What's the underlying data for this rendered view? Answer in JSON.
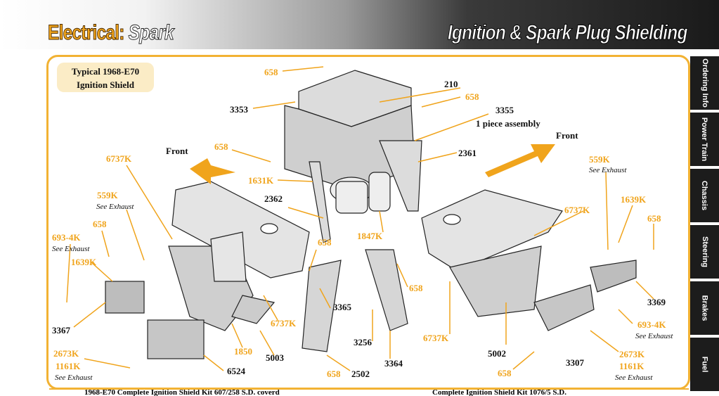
{
  "header": {
    "section": "Electrical:",
    "subsection": "Spark",
    "title": "Ignition & Spark Plug Shielding"
  },
  "tag": {
    "line1": "Typical 1968-E70",
    "line2": "Ignition Shield"
  },
  "side_tabs": [
    "Ordering Info",
    "Power Train",
    "Chassis",
    "Steering",
    "Brakes",
    "Fuel"
  ],
  "labels": {
    "p658": "658",
    "p210": "210",
    "p3353": "3353",
    "p3355": "3355",
    "assembly": "1 piece assembly",
    "front": "Front",
    "p2361": "2361",
    "p6737K": "6737K",
    "p1631K": "1631K",
    "p559K": "559K",
    "see_exhaust": "See Exhaust",
    "p2362": "2362",
    "p1639K": "1639K",
    "p693_4K": "693-4K",
    "p1847K": "1847K",
    "p3365": "3365",
    "p3256": "3256",
    "p3367": "3367",
    "p1850": "1850",
    "p5003": "5003",
    "p2502": "2502",
    "p3364": "3364",
    "p6524": "6524",
    "p2673K": "2673K",
    "p1161K": "1161K",
    "p5002": "5002",
    "p3307": "3307",
    "p3369": "3369"
  },
  "footer": {
    "left": "1968-E70 Complete Ignition Shield Kit 607/258 S.D. coverd",
    "right": "Complete Ignition Shield Kit 1076/5 S.D."
  }
}
